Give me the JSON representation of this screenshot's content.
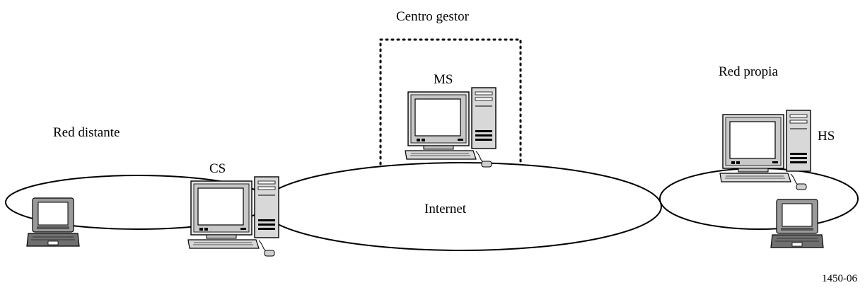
{
  "labels": {
    "managing_center": "Centro gestor",
    "remote_network": "Red distante",
    "home_network": "Red propia",
    "internet": "Internet",
    "ms": "MS",
    "cs": "CS",
    "hs": "HS"
  },
  "figure_id": "1450-06",
  "icons": [
    "desktop-computer-icon",
    "laptop-icon",
    "mouse-icon"
  ]
}
